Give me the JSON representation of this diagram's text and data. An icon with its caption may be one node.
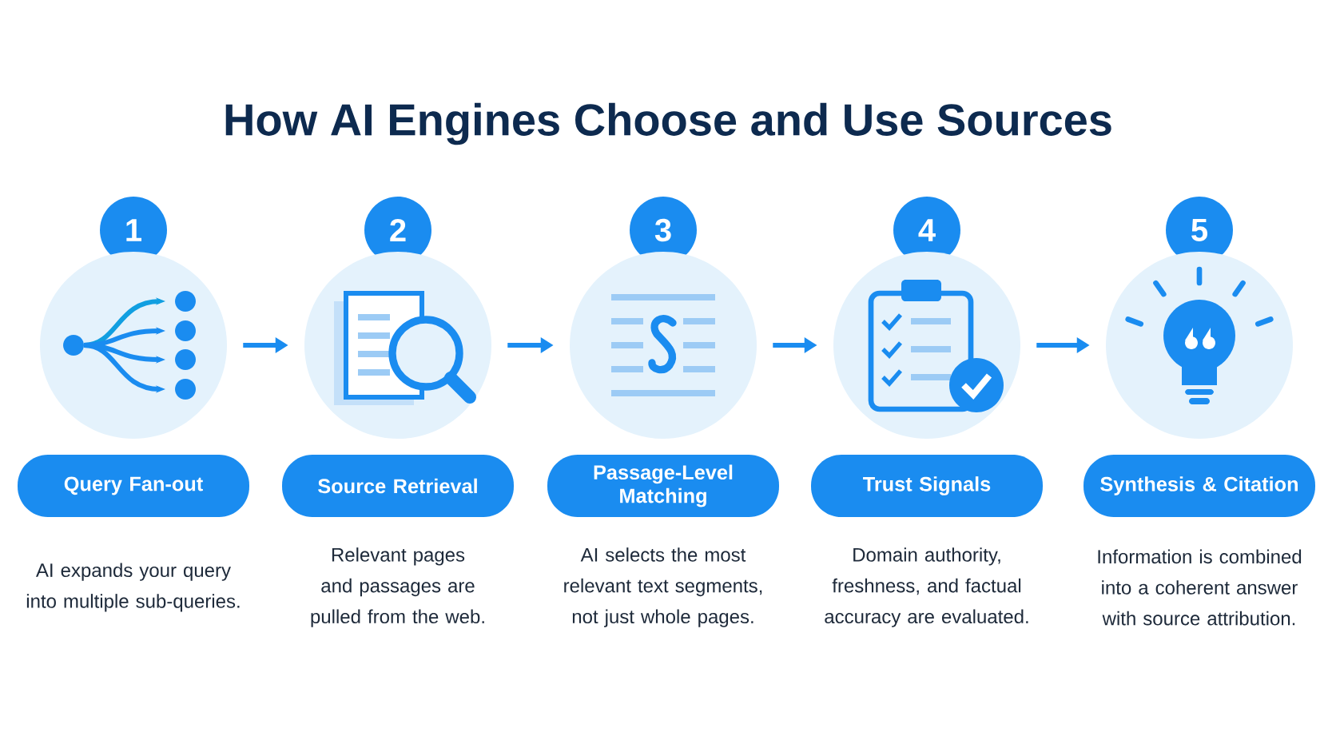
{
  "diagram": {
    "title": "How AI Engines Choose and Use Sources",
    "nodes": [
      {
        "text": [
          "1"
        ]
      },
      {
        "text": [],
        "shape": "circle"
      },
      {
        "text": [
          "Query Fan-out"
        ],
        "beside": [
          "AI expands your query into multiple sub-queries."
        ]
      },
      {
        "text": [
          "2"
        ]
      },
      {
        "text": [],
        "shape": "circle"
      },
      {
        "text": [
          "Source Retrieval"
        ],
        "beside": [
          "Relevant pages and passages are pulled from the web."
        ]
      },
      {
        "text": [
          "3"
        ]
      },
      {
        "text": [],
        "shape": "circle"
      },
      {
        "text": [
          "Passage-Level Matching"
        ],
        "beside": [
          "AI selects the most relevant text segments, not just whole pages."
        ]
      },
      {
        "text": [
          "4"
        ]
      },
      {
        "text": [],
        "shape": "circle"
      },
      {
        "text": [
          "Trust Signals"
        ],
        "beside": [
          "Domain authority, freshness, and factual accuracy are evaluated."
        ]
      },
      {
        "text": [
          "5"
        ]
      },
      {
        "text": [],
        "shape": "circle"
      },
      {
        "text": [
          "Synthesis & Citation"
        ],
        "beside": [
          "Information is combined into a coherent answer with source attribution."
        ]
      }
    ],
    "edges": [
      {
        "from": 1,
        "to": 4,
        "arrow": "to"
      },
      {
        "from": 4,
        "to": 7,
        "arrow": "to"
      },
      {
        "from": 7,
        "to": 10,
        "arrow": "to"
      },
      {
        "from": 10,
        "to": 13,
        "arrow": "to"
      }
    ]
  }
}
